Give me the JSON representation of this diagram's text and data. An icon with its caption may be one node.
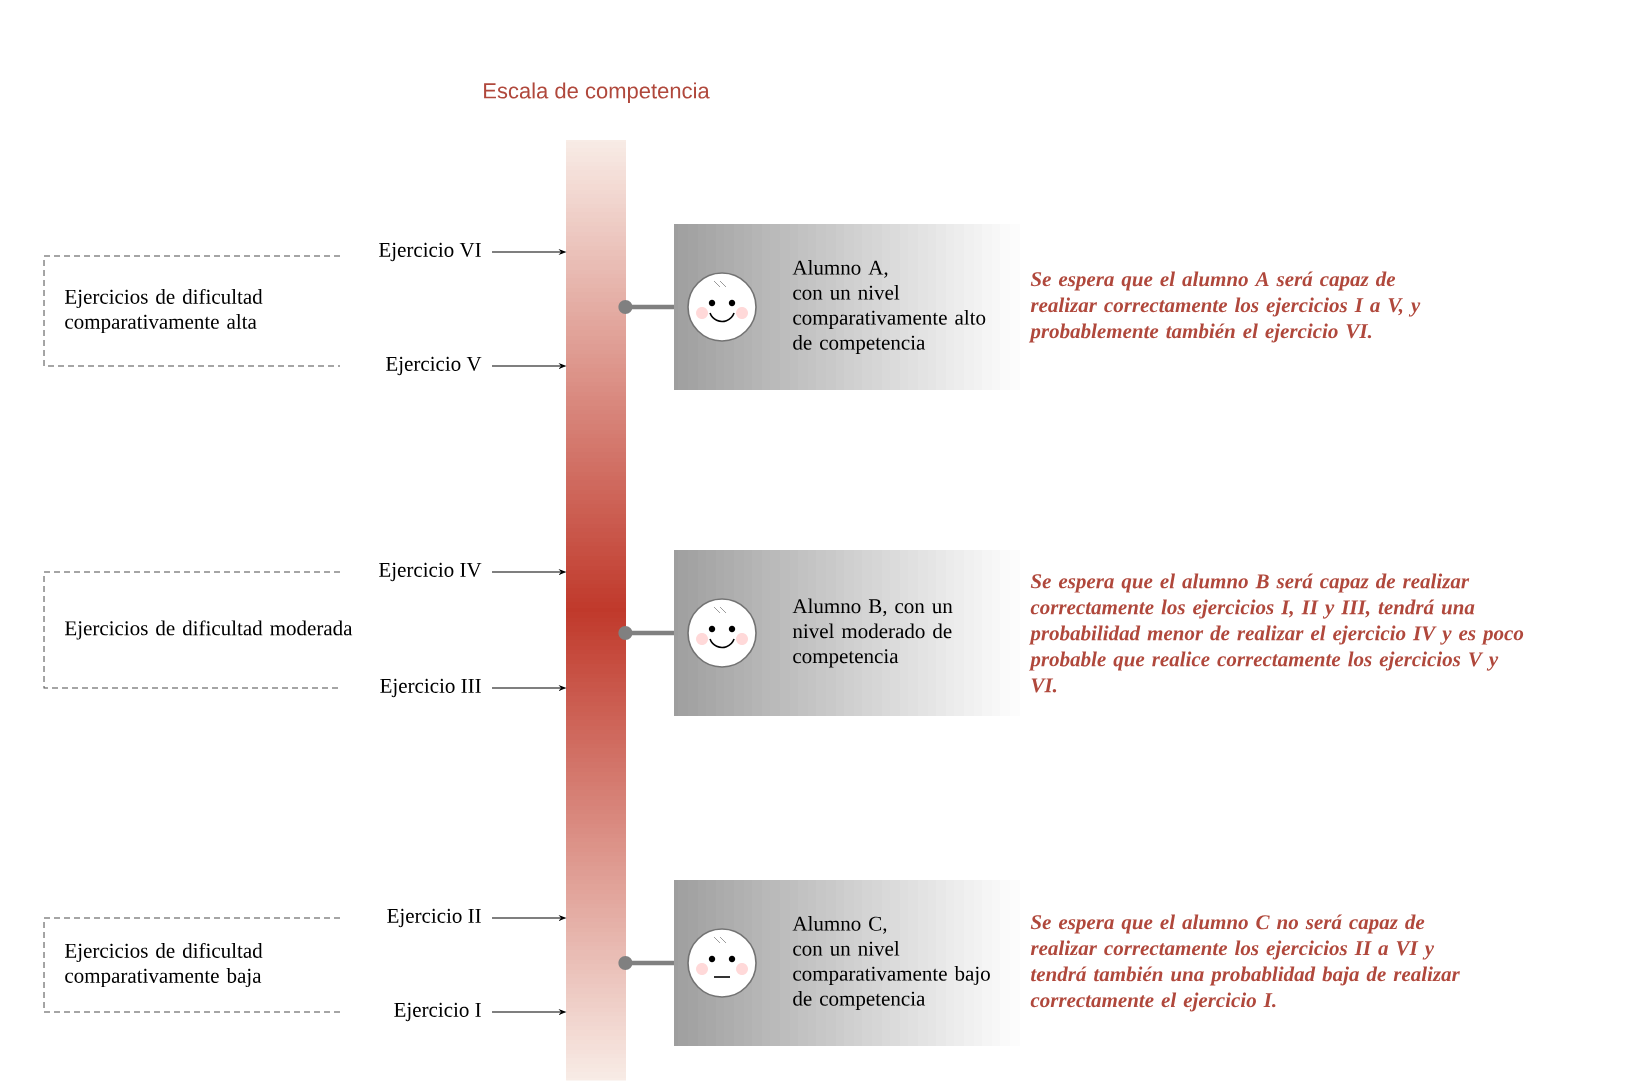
{
  "diagram": {
    "title": "Escala de competencia",
    "nodes": [
      {
        "text": [],
        "shape": "bar"
      },
      {
        "text": [
          "Ejercicios de dificultad comparativamente alta"
        ]
      },
      {
        "text": [
          "Ejercicio VI"
        ]
      },
      {
        "text": [
          "Ejercicio V"
        ]
      },
      {
        "text": [
          "Ejercicios de dificultad moderada"
        ]
      },
      {
        "text": [
          "Ejercicio IV"
        ]
      },
      {
        "text": [
          "Ejercicio III"
        ]
      },
      {
        "text": [
          "Ejercicios de dificultad comparativamente baja"
        ]
      },
      {
        "text": [
          "Ejercicio II"
        ]
      },
      {
        "text": [
          "Ejercicio I"
        ]
      },
      {
        "text": [
          "Alumno A, con un nivel comparativamente alto de competencia"
        ],
        "beside": [
          "Se espera que el alumno A será capaz de realizar correctamente los ejercicios I a V, y probablemente también el ejercicio VI."
        ]
      },
      {
        "text": [
          "Alumno B, con un nivel moderado de competencia"
        ],
        "beside": [
          "Se espera que el alumno B será capaz de realizar correctamente los ejercicios I, II y III, tendrá una probabilidad menor de realizar el ejercicio IV y es poco probable que realice correctamente los ejercicios V y VI."
        ]
      },
      {
        "text": [
          "Alumno C, con un nivel comparativamente bajo de competencia"
        ],
        "beside": [
          "Se espera que el alumno C no será capaz de realizar correctamente los ejercicios II a VI y tendrá también una probablidad baja de realizar correctamente el ejercicio I."
        ]
      }
    ],
    "edges": [
      {
        "from": 2,
        "to": 0,
        "arrow": "to"
      },
      {
        "from": 3,
        "to": 0,
        "arrow": "to"
      },
      {
        "from": 5,
        "to": 0,
        "arrow": "to"
      },
      {
        "from": 6,
        "to": 0,
        "arrow": "to"
      },
      {
        "from": 8,
        "to": 0,
        "arrow": "to"
      },
      {
        "from": 9,
        "to": 0,
        "arrow": "to"
      },
      {
        "from": 0,
        "to": 10,
        "arrow": "other",
        "style": "thick",
        "color": "#808080"
      },
      {
        "from": 0,
        "to": 11,
        "arrow": "other",
        "style": "thick",
        "color": "#808080"
      },
      {
        "from": 0,
        "to": 12,
        "arrow": "other",
        "style": "thick",
        "color": "#808080"
      }
    ]
  }
}
